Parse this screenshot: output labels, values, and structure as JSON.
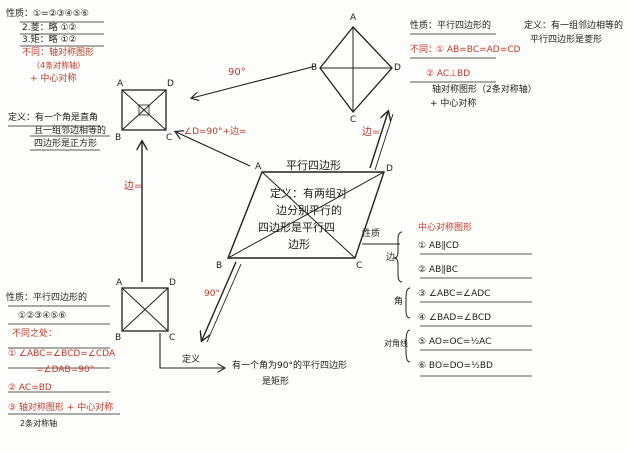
{
  "center_node": {
    "title": "平行四边形",
    "definition_lines": [
      "定义：有两组对",
      "边分别平行的",
      "四边形是平行四",
      "边形"
    ],
    "vertices": {
      "A": "A",
      "B": "B",
      "C": "C",
      "D": "D"
    }
  },
  "rhombus": {
    "vertices": {
      "A": "A",
      "B": "B",
      "C": "C",
      "D": "D"
    },
    "properties_heading": "性质：平行四边形的",
    "special_title": "不同：",
    "special_items": [
      "① AB=BC=AD=CD",
      "② AC⊥BD",
      "轴对称图形（2条对称轴）",
      "+ 中心对称"
    ],
    "definition": [
      "定义：有一组邻边相等的",
      "平行四边形是菱形"
    ]
  },
  "square": {
    "vertices": {
      "A": "A",
      "B": "B",
      "C": "C",
      "D": "D"
    },
    "properties": [
      "性质：①=②③④⑤⑥",
      "2.菱：略 ①②",
      "3.矩：略 ①②"
    ],
    "special_title": "不同：轴对称图形",
    "special_items": [
      "（4条对称轴）",
      "+ 中心对称"
    ],
    "definition": [
      "定义：有一个角是直角",
      "且一组邻边相等的",
      "四边形是正方形"
    ]
  },
  "rectangle": {
    "vertices": {
      "A": "A",
      "B": "B",
      "C": "C",
      "D": "D"
    },
    "properties_heading": "性质：平行四边形的",
    "circled_numbers": "①②③④⑤⑥",
    "special_title": "不同之处：",
    "special_items": [
      "① ∠ABC=∠BCD=∠CDA",
      "=∠DAB=90°",
      "② AC=BD",
      "③ 轴对称图形 + 中心对称",
      "2条对称轴"
    ],
    "definition_label": "定义",
    "definition": [
      "有一个角为90°的平行四边形",
      "是矩形"
    ]
  },
  "parallelogram_properties": {
    "heading": "性质",
    "symmetry": "中心对称图形",
    "groups": [
      {
        "label": "边",
        "items": [
          "① AB∥CD",
          "② AB∥BC"
        ]
      },
      {
        "label": "角",
        "items": [
          "③ ∠ABC=∠ADC",
          "④ ∠BAD=∠BCD"
        ]
      },
      {
        "label": "对角线",
        "items": [
          "⑤ AO=OC=½AC",
          "⑥ BO=DO=½BD"
        ]
      }
    ]
  },
  "edges": {
    "to_rhombus": "边=",
    "to_rectangle": "边=",
    "to_square_from_rhombus": "90°",
    "to_square_from_para": "∠D=90°+边=",
    "to_rectangle_angle": "90°"
  },
  "colors": {
    "ink": "#222222",
    "red": "#c0392b",
    "blue": "#2c3e8f"
  }
}
